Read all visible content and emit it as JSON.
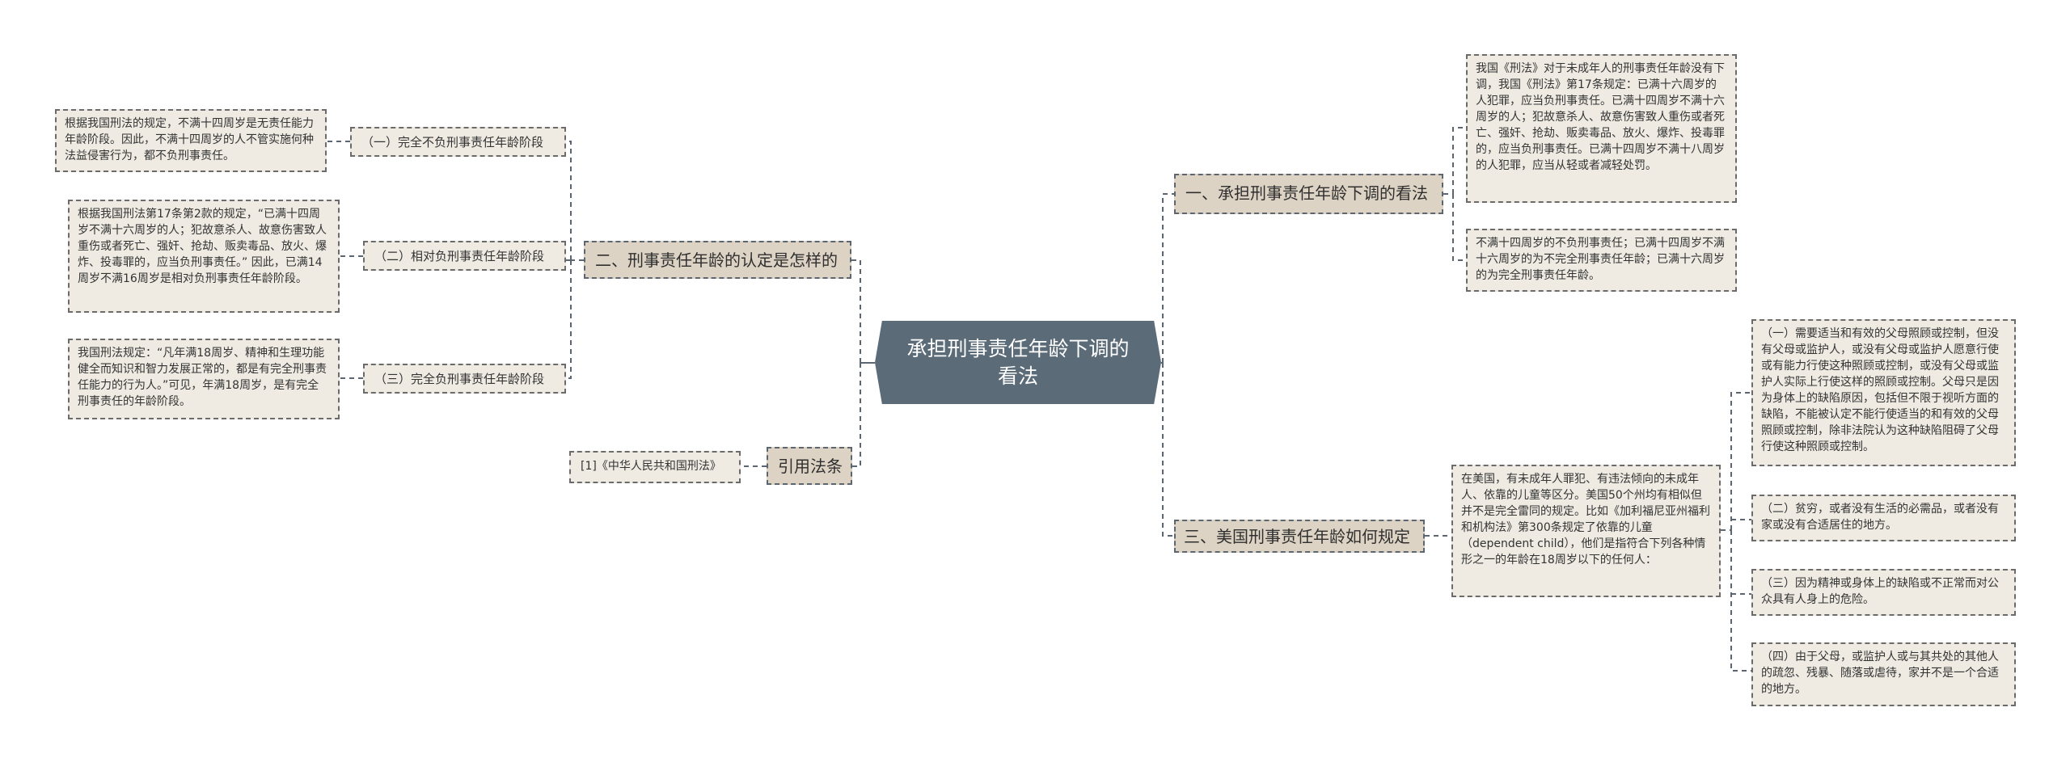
{
  "center": {
    "title": "承担刑事责任年龄下调的看法"
  },
  "colors": {
    "center_fill": "#5b6b78",
    "branch_fill": "#ddd3c4",
    "leaf_fill": "#efebe3",
    "connector": "#5c6670"
  },
  "left_branches": [
    {
      "label": "二、刑事责任年龄的认定是怎样的",
      "children": [
        {
          "label": "（一）完全不负刑事责任年龄阶段",
          "detail": "根据我国刑法的规定，不满十四周岁是无责任能力年龄阶段。因此，不满十四周岁的人不管实施何种法益侵害行为，都不负刑事责任。"
        },
        {
          "label": "（二）相对负刑事责任年龄阶段",
          "detail": "根据我国刑法第17条第2款的规定，“已满十四周岁不满十六周岁的人；犯故意杀人、故意伤害致人重伤或者死亡、强奸、抢劫、贩卖毒品、放火、爆炸、投毒罪的，应当负刑事责任。” 因此，已满14周岁不满16周岁是相对负刑事责任年龄阶段。"
        },
        {
          "label": "（三）完全负刑事责任年龄阶段",
          "detail": "我国刑法规定：“凡年满18周岁、精神和生理功能健全而知识和智力发展正常的，都是有完全刑事责任能力的行为人。”可见，年满18周岁，是有完全刑事责任的年龄阶段。"
        }
      ]
    },
    {
      "label": "引用法条",
      "children": [
        {
          "label": "[1]《中华人民共和国刑法》"
        }
      ]
    }
  ],
  "right_branches": [
    {
      "label": "一、承担刑事责任年龄下调的看法",
      "children": [
        {
          "detail": "我国《刑法》对于未成年人的刑事责任年龄没有下调，我国《刑法》第17条规定：已满十六周岁的人犯罪，应当负刑事责任。已满十四周岁不满十六周岁的人；犯故意杀人、故意伤害致人重伤或者死亡、强奸、抢劫、贩卖毒品、放火、爆炸、投毒罪的，应当负刑事责任。已满十四周岁不满十八周岁的人犯罪，应当从轻或者减轻处罚。"
        },
        {
          "detail": "不满十四周岁的不负刑事责任；已满十四周岁不满十六周岁的为不完全刑事责任年龄；已满十六周岁的为完全刑事责任年龄。"
        }
      ]
    },
    {
      "label": "三、美国刑事责任年龄如何规定",
      "children": [
        {
          "detail": "在美国，有未成年人罪犯、有违法倾向的未成年人、依靠的儿童等区分。美国50个州均有相似但并不是完全雷同的规定。比如《加利福尼亚州福利和机构法》第300条规定了依靠的儿童（dependent child），他们是指符合下列各种情形之一的年龄在18周岁以下的任何人：",
          "children": [
            {
              "detail": "（一）需要适当和有效的父母照顾或控制，但没有父母或监护人，或没有父母或监护人愿意行使或有能力行使这种照顾或控制，或没有父母或监护人实际上行使这样的照顾或控制。父母只是因为身体上的缺陷原因，包括但不限于视听方面的缺陷，不能被认定不能行使适当的和有效的父母照顾或控制，除非法院认为这种缺陷阻碍了父母行使这种照顾或控制。"
            },
            {
              "detail": "（二）贫穷，或者没有生活的必需品，或者没有家或没有合适居住的地方。"
            },
            {
              "detail": "（三）因为精神或身体上的缺陷或不正常而对公众具有人身上的危险。"
            },
            {
              "detail": "（四）由于父母，或监护人或与其共处的其他人的疏忽、残暴、随落或虐待，家并不是一个合适的地方。"
            }
          ]
        }
      ]
    }
  ]
}
